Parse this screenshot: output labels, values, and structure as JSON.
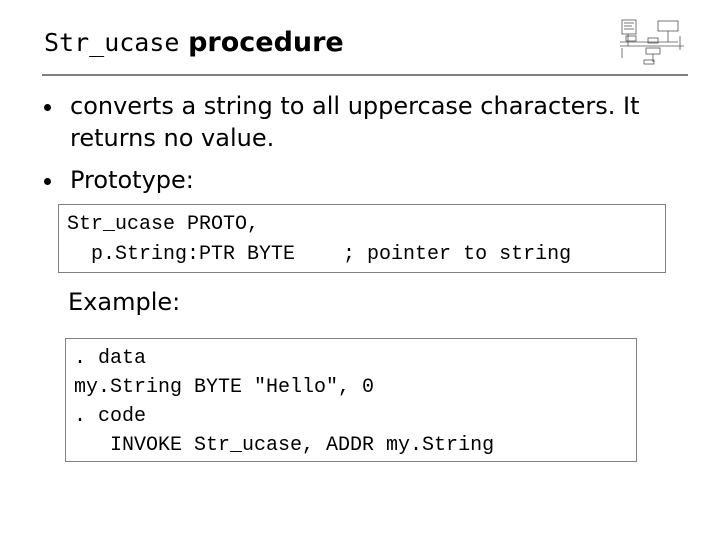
{
  "title": {
    "code_part": "Str_ucase",
    "text_part": "procedure"
  },
  "bullets": [
    "converts a string to all uppercase characters. It returns no value.",
    "Prototype:"
  ],
  "prototype_code": [
    "Str_ucase PROTO,",
    "  p.String:PTR BYTE    ; pointer to string"
  ],
  "example_label": "Example:",
  "example_code": [
    ". data",
    "my.String BYTE \"Hello\", 0",
    ". code",
    "   INVOKE Str_ucase, ADDR my.String"
  ]
}
